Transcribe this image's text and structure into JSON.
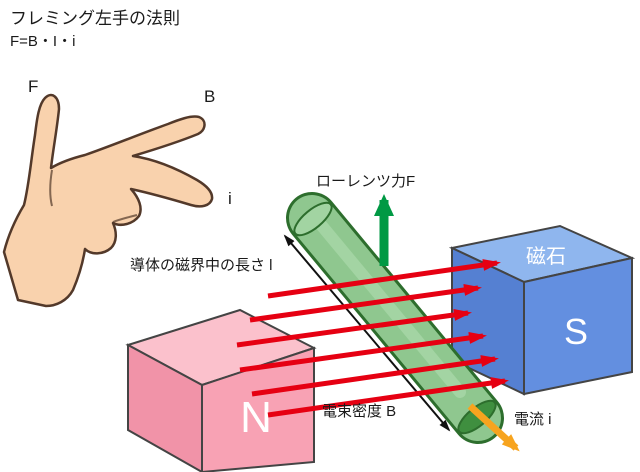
{
  "title": "フレミング左手の法則",
  "formula": "F=B・I・i",
  "hand_labels": {
    "force": "F",
    "field": "B",
    "current": "i"
  },
  "labels": {
    "lorentz_force": "ローレンツ力F",
    "conductor_length": "導体の磁界中の長さ l",
    "flux_density": "電束密度 B",
    "current": "電流 i",
    "magnet": "磁石",
    "north": "N",
    "south": "S"
  },
  "colors": {
    "north_magnet_front": "#f8a2b4",
    "north_magnet_top": "#fbc1cc",
    "north_magnet_side": "#f193a8",
    "south_magnet_front": "#638fe0",
    "south_magnet_top": "#8fb6ee",
    "south_magnet_side": "#5580d2",
    "conductor_body": "#8fc78f",
    "conductor_outline": "#2d6e2d",
    "conductor_highlight": "#a8d8a8",
    "conductor_end": "#3f8f3f",
    "conductor_top_end": "#a2d4a2",
    "field_arrow": "#e60012",
    "force_arrow": "#009944",
    "current_arrow": "#f7a41f",
    "length_arrow": "#111111",
    "skin": "#f9d2ad",
    "hand_outline": "#53392a"
  }
}
